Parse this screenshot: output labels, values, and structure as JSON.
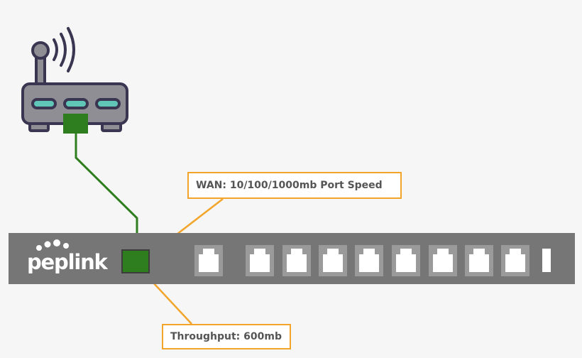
{
  "diagram": {
    "router": {
      "icon": "wireless-router-icon"
    },
    "switch": {
      "brand": "peplink",
      "wan_port_color": "#2e7d1e",
      "lan_port_count": 9
    },
    "callouts": {
      "wan": "WAN: 10/100/1000mb Port Speed",
      "throughput": "Throughput: 600mb"
    },
    "colors": {
      "cable": "#2e7d1e",
      "callout_border": "#f2a52a",
      "switch_body": "#767676",
      "router_body": "#8e8e94",
      "router_leds": "#5fc6b8",
      "outline": "#3a3550"
    }
  }
}
